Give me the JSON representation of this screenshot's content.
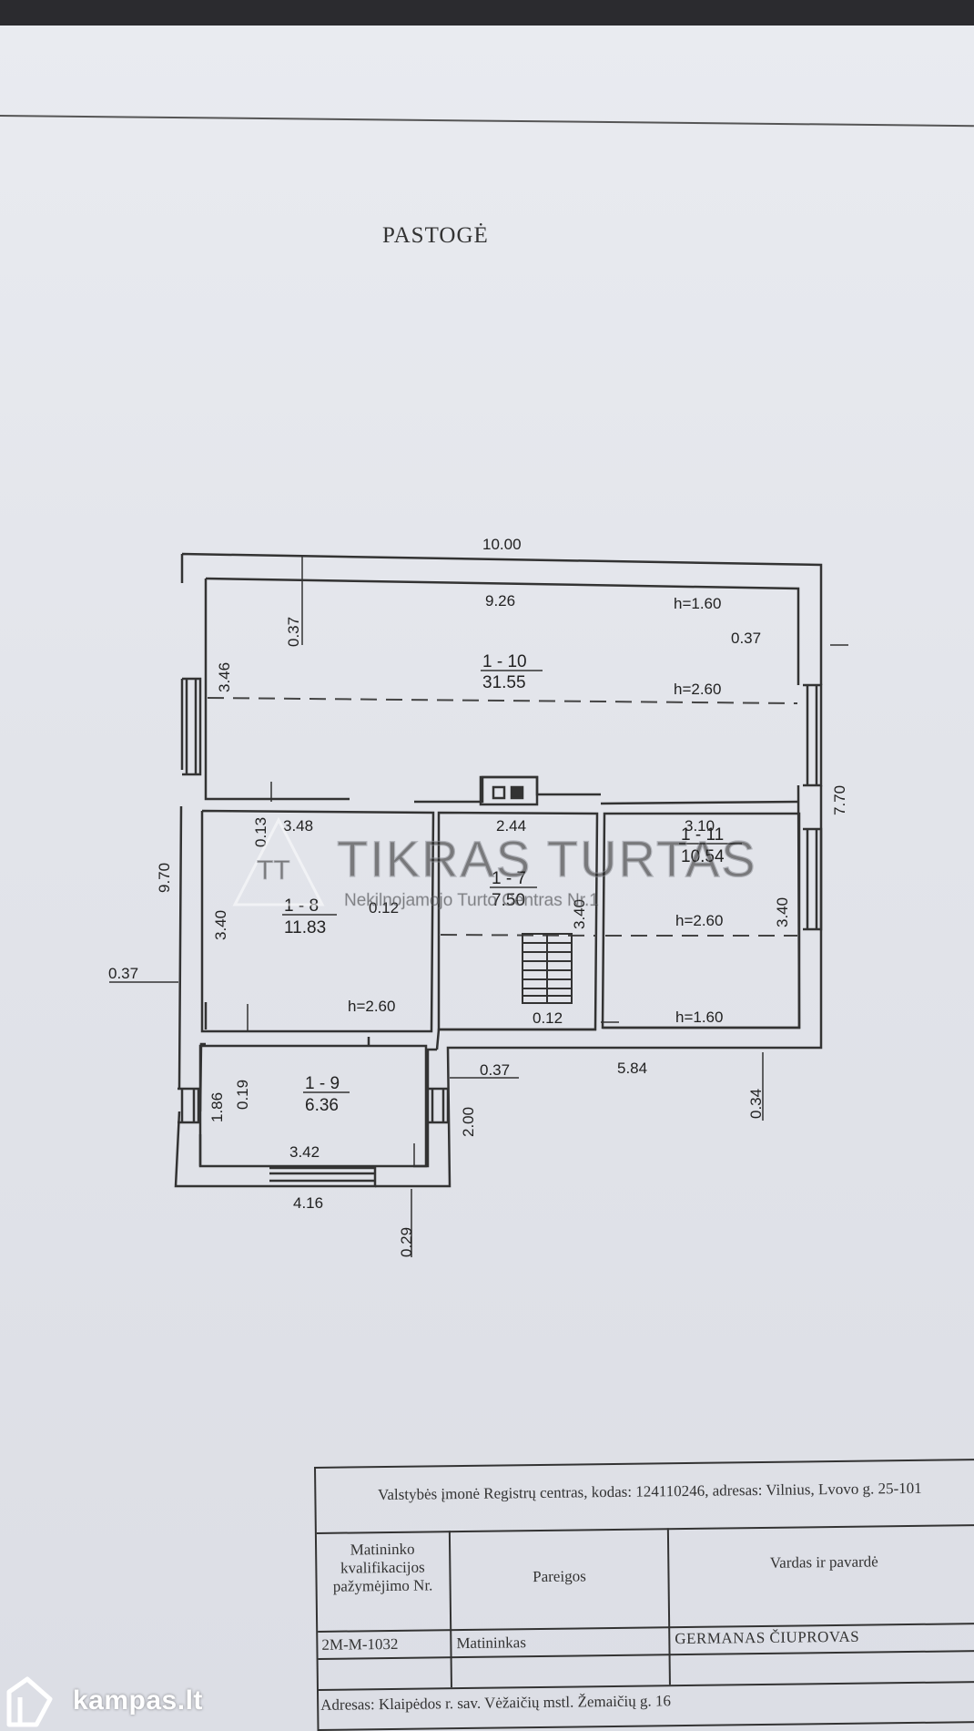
{
  "title": "PASTOGĖ",
  "dimensions": {
    "top_outer": "10.00",
    "top_inner": "9.26",
    "wall_037_top": "0.37",
    "wall_037_right": "0.37",
    "left_346": "3.46",
    "left_970": "9.70",
    "right_770": "7.70",
    "wall_037_left": "0.37",
    "r8_width": "3.48",
    "r8_013": "0.13",
    "r8_340": "3.40",
    "r8_012": "0.12",
    "r7_width": "2.44",
    "r7_340": "3.40",
    "r7_012": "0.12",
    "r11_width": "3.10",
    "r11_340": "3.40",
    "r9_186": "1.86",
    "r9_019": "0.19",
    "r9_width": "3.42",
    "r9_200": "2.00",
    "wall_037_mid": "0.37",
    "r11_bottom": "5.84",
    "right_034": "0.34",
    "bottom_416": "4.16",
    "bottom_029": "0.29"
  },
  "heights": {
    "r10_h1": "h=1.60",
    "r10_h2": "h=2.60",
    "r8_h": "h=2.60",
    "r11_h1": "h=2.60",
    "r11_h2": "h=1.60"
  },
  "rooms": [
    {
      "id": "1 - 10",
      "area": "31.55"
    },
    {
      "id": "1 - 8",
      "area": "11.83"
    },
    {
      "id": "1 - 7",
      "area": "7.50"
    },
    {
      "id": "1 - 11",
      "area": "10.54"
    },
    {
      "id": "1 - 9",
      "area": "6.36"
    }
  ],
  "watermark": {
    "name": "TIKRAS TURTAS",
    "subtitle": "Nekilnojamojo Turto Centras Nr.1",
    "mark": "TT"
  },
  "titleblock": {
    "header": "Valstybės įmonė Registrų centras, kodas: 124110246, adresas: Vilnius, Lvovo g. 25-101",
    "col1_header": "Matininko kvalifikacijos pažymėjimo Nr.",
    "col2_header": "Pareigos",
    "col3_header": "Vardas ir pavardė",
    "col1_value": "2M-M-1032",
    "col2_value": "Matininkas",
    "col3_value": "GERMANAS ČIUPROVAS",
    "address": "Adresas: Klaipėdos r. sav. Vėžaičių mstl. Žemaičių g. 16"
  },
  "logo": "kampas.lt"
}
